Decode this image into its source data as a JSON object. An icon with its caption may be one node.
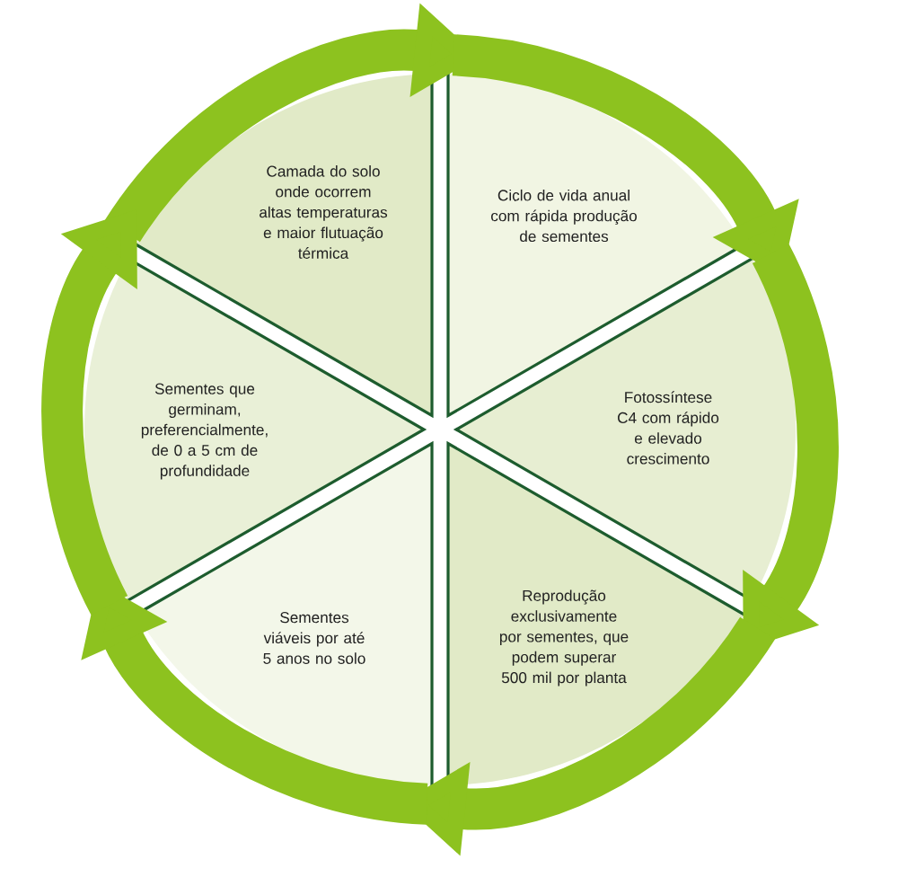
{
  "diagram": {
    "nodes": [
      {
        "text": [
          "Camada do solo onde ocorrem altas temperaturas e maior flutuação térmica"
        ]
      },
      {
        "text": [
          "Ciclo de vida anual  com rápida produção de sementes"
        ]
      },
      {
        "text": [
          "Fotossíntese C4 com rápido e elevado crescimento"
        ]
      },
      {
        "text": [
          "Reprodução exclusivamente por sementes, que podem superar 500 mil por planta"
        ]
      },
      {
        "text": [
          "Sementes viáveis por até 5 anos no solo"
        ]
      },
      {
        "text": [
          "Sementes que germinam, preferencialmente, de 0 a 5 cm de profundidade"
        ]
      }
    ],
    "edges": [
      {
        "from": 0,
        "to": 1,
        "arrow": "to"
      },
      {
        "from": 1,
        "to": 2,
        "arrow": "to"
      },
      {
        "from": 2,
        "to": 3,
        "arrow": "to"
      },
      {
        "from": 3,
        "to": 4,
        "arrow": "to"
      },
      {
        "from": 4,
        "to": 5,
        "arrow": "to"
      },
      {
        "from": 5,
        "to": 0,
        "arrow": "to"
      }
    ]
  }
}
